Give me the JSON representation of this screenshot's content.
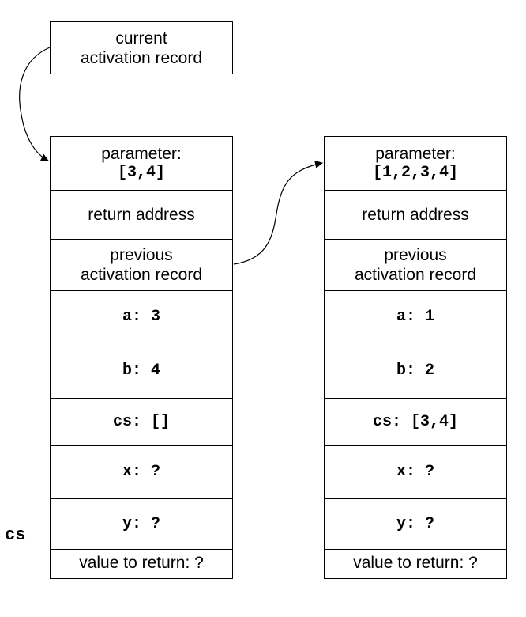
{
  "current_box": {
    "line1": "current",
    "line2": "activation record"
  },
  "side_label": "cs",
  "left_frame": {
    "parameter_label": "parameter:",
    "parameter_value": "[3,4]",
    "return_address": "return address",
    "previous_line1": "previous",
    "previous_line2": "activation record",
    "vars": [
      "a: 3",
      "b: 4",
      "cs: []",
      "x: ?",
      "y: ?"
    ],
    "value_to_return": "value to return: ?"
  },
  "right_frame": {
    "parameter_label": "parameter:",
    "parameter_value": "[1,2,3,4]",
    "return_address": "return address",
    "previous_line1": "previous",
    "previous_line2": "activation record",
    "vars": [
      "a: 1",
      "b: 2",
      "cs: [3,4]",
      "x: ?",
      "y: ?"
    ],
    "value_to_return": "value to return: ?"
  }
}
